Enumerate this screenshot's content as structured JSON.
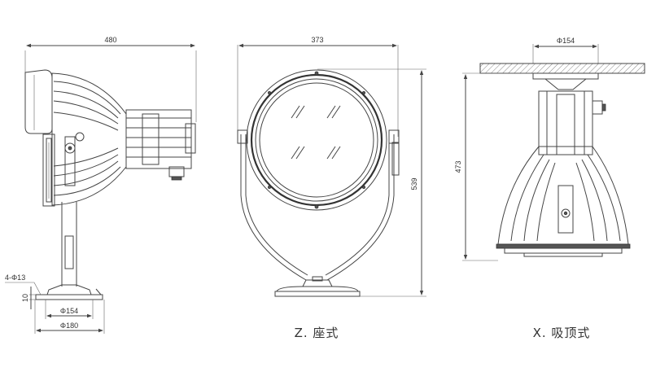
{
  "side_view": {
    "width_dim": "480",
    "holes_dim": "4-Φ13",
    "base_thick_dim": "10",
    "bolt_circle_dim": "Φ154",
    "base_dia_dim": "Φ180"
  },
  "front_view": {
    "width_dim": "373",
    "height_dim": "539",
    "caption": "Z. 座式"
  },
  "ceiling_view": {
    "flange_dim": "Φ154",
    "height_dim": "473",
    "caption": "X. 吸顶式"
  },
  "colors": {
    "line": "#444444",
    "text": "#333333",
    "background": "#ffffff"
  }
}
